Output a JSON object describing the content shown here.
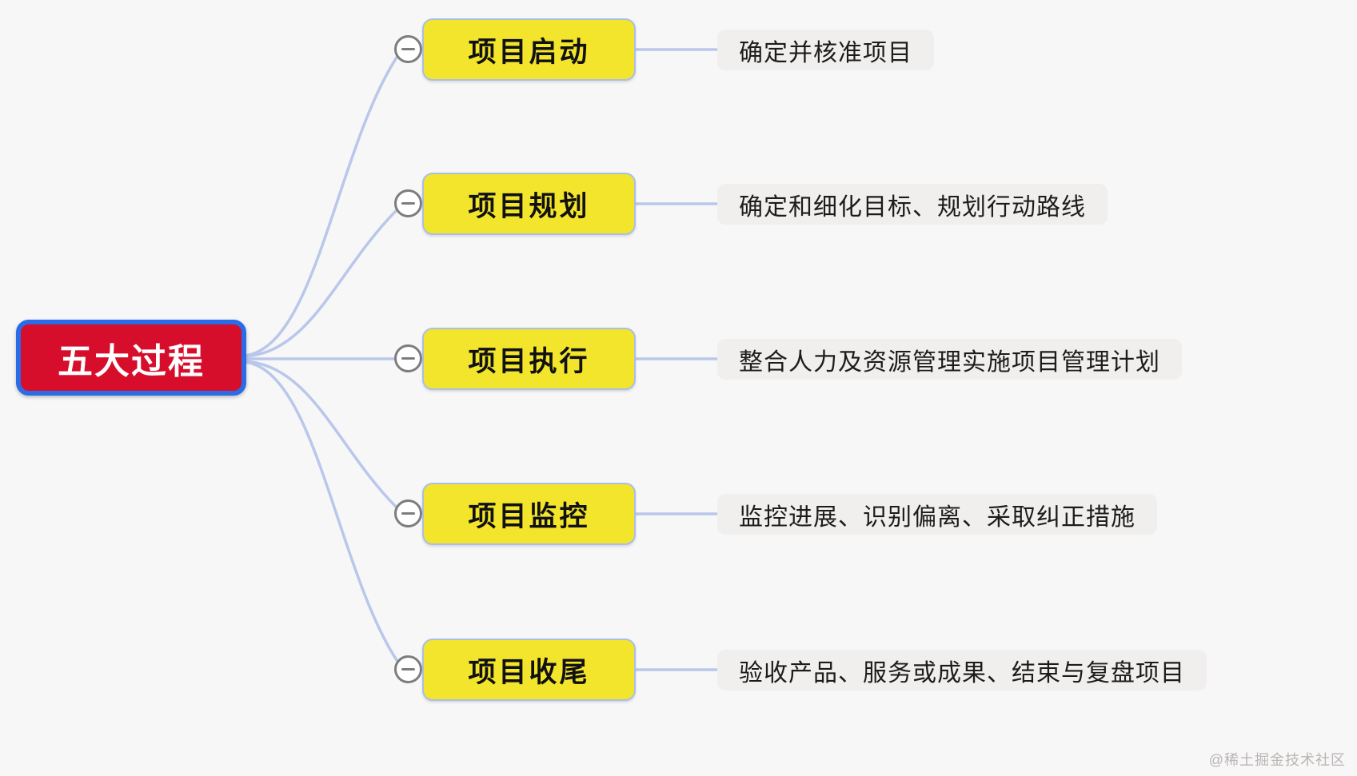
{
  "root": {
    "label": "五大过程"
  },
  "branches": [
    {
      "label": "项目启动",
      "description": "确定并核准项目"
    },
    {
      "label": "项目规划",
      "description": "确定和细化目标、规划行动路线"
    },
    {
      "label": "项目执行",
      "description": "整合人力及资源管理实施项目管理计划"
    },
    {
      "label": "项目监控",
      "description": "监控进展、识别偏离、采取纠正措施"
    },
    {
      "label": "项目收尾",
      "description": "验收产品、服务或成果、结束与复盘项目"
    }
  ],
  "watermark": "@稀土掘金技术社区",
  "colors": {
    "root_bg": "#d60e2b",
    "root_border": "#2a6ce6",
    "root_text": "#ffffff",
    "topic_bg": "#f3e52b",
    "topic_border": "#a9bfe8",
    "topic_text": "#111111",
    "desc_bg": "#f1efed",
    "desc_text": "#1c1c1c",
    "connector": "#b9c7ea",
    "collapse_icon": "#7d7d7d",
    "watermark_text": "#b9b5b2"
  }
}
